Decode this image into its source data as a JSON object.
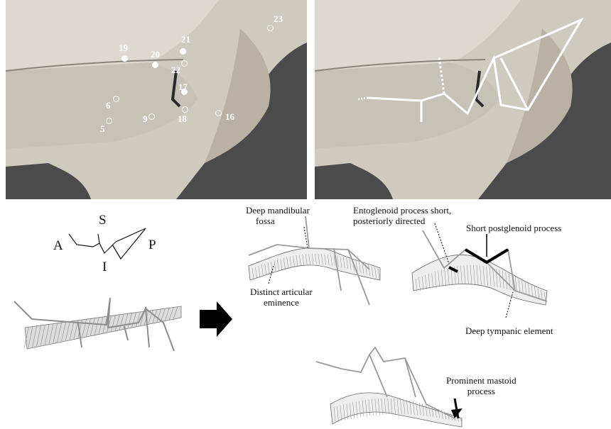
{
  "photos": {
    "left": {
      "landmarks": [
        {
          "id": "19",
          "filled": true
        },
        {
          "id": "20",
          "filled": true
        },
        {
          "id": "21",
          "filled": true
        },
        {
          "id": "22",
          "filled": false
        },
        {
          "id": "17",
          "filled": true
        },
        {
          "id": "18",
          "filled": false
        },
        {
          "id": "23",
          "filled": false
        },
        {
          "id": "6",
          "filled": false
        },
        {
          "id": "5",
          "filled": false
        },
        {
          "id": "9",
          "filled": false
        },
        {
          "id": "16",
          "filled": false
        }
      ]
    }
  },
  "directions": {
    "superior": "S",
    "anterior": "A",
    "inferior": "I",
    "posterior": "P"
  },
  "annotations": {
    "deep_mandibular_fossa": [
      "Deep mandibular",
      "fossa"
    ],
    "distinct_articular_eminence": [
      "Distinct articular",
      "eminence"
    ],
    "entoglenoid_process": [
      "Entoglenoid process short,",
      "posteriorly directed"
    ],
    "short_postglenoid": "Short postglenoid process",
    "deep_tympanic": "Deep tympanic element",
    "prominent_mastoid": [
      "Prominent mastoid",
      "process"
    ]
  },
  "colors": {
    "photo_bg": "#4a4a4a",
    "bone": "#d9d5cc",
    "wire": "#999999",
    "mesh_fill": "#dddddd",
    "mesh_stroke": "#777777",
    "arrow": "#000000"
  }
}
